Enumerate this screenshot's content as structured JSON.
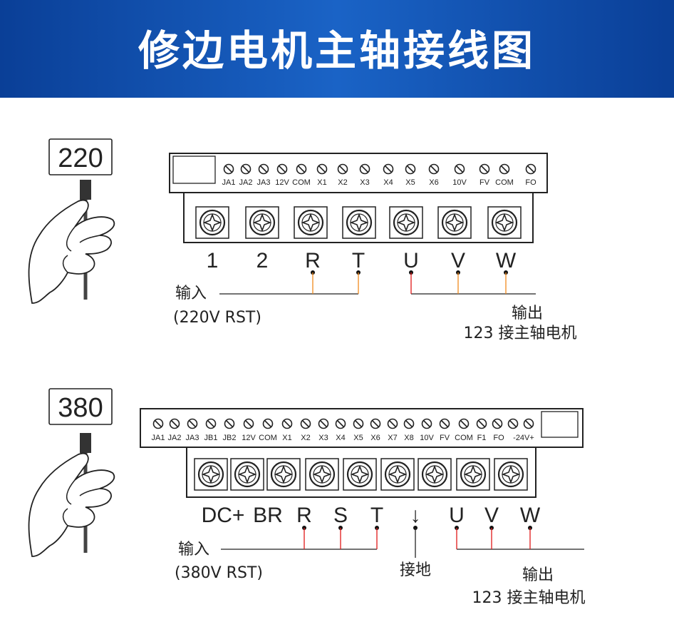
{
  "header": {
    "title": "修边电机主轴接线图"
  },
  "colors": {
    "header_blue": "#1a5bbd",
    "wire_orange": "#f08a1c",
    "wire_red": "#e01818"
  },
  "diagram_220": {
    "voltage_badge": "220",
    "control_labels": [
      "JA1",
      "JA2",
      "JA3",
      "12V",
      "COM",
      "X1",
      "X2",
      "X3",
      "X4",
      "X5",
      "X6",
      "10V",
      "FV",
      "COM",
      "FO"
    ],
    "power_labels": [
      "1",
      "2",
      "R",
      "T",
      "U",
      "V",
      "W"
    ],
    "input_label": "输入",
    "input_sub": "(220V RST)",
    "output_label": "输出",
    "output_sub": "123 接主轴电机"
  },
  "diagram_380": {
    "voltage_badge": "380",
    "control_labels": [
      "JA1",
      "JA2",
      "JA3",
      "JB1",
      "JB2",
      "12V",
      "COM",
      "X1",
      "X2",
      "X3",
      "X4",
      "X5",
      "X6",
      "X7",
      "X8",
      "10V",
      "FV",
      "COM",
      "F1",
      "FO",
      "-24V+"
    ],
    "power_labels": [
      "DC+",
      "BR",
      "R",
      "S",
      "T",
      "↓",
      "U",
      "V",
      "W"
    ],
    "input_label": "输入",
    "input_sub": "(380V RST)",
    "ground_label": "接地",
    "output_label": "输出",
    "output_sub": "123 接主轴电机"
  }
}
